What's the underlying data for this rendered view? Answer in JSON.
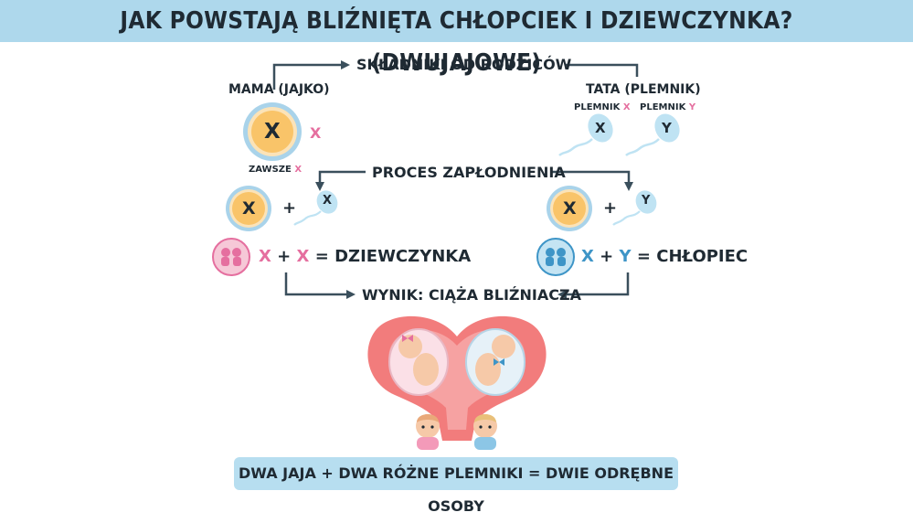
{
  "title": "JAK POWSTAJĄ BLIŹNIĘTA CHŁOPCIEK I DZIEWCZYNKA? (DWUJAJOWE)",
  "steps": {
    "parents_contribution": "SKŁADNIKI OD RODZICÓW",
    "fertilization": "PROCES ZAPŁODNIENIA",
    "result": "WYNIK: CIĄŻA BLIŹNIACZA"
  },
  "mother": {
    "label": "MAMA (JAJKO)",
    "egg_letter": "X",
    "chromosome": "X",
    "note_prefix": "ZAWSZE",
    "note_letter": "X"
  },
  "father": {
    "label": "TATA (PLEMNIK)",
    "sperm": [
      {
        "label": "PLEMNIK",
        "letter": "X"
      },
      {
        "label": "PLEMNIK",
        "letter": "Y"
      }
    ]
  },
  "fertilization_left": {
    "egg": "X",
    "plus": "+",
    "sperm": "X"
  },
  "fertilization_right": {
    "egg": "X",
    "plus": "+",
    "sperm": "Y"
  },
  "outcome_girl": {
    "a": "X",
    "plus": "+",
    "b": "X",
    "eq": "=",
    "result": "DZIEWCZYNKA"
  },
  "outcome_boy": {
    "a": "X",
    "plus": "+",
    "b": "Y",
    "eq": "=",
    "result": "CHŁOPIEC"
  },
  "footer": "DWA JAJA + DWA RÓŻNE PLEMNIKI = DWIE ODRĘBNE OSOBY",
  "colors": {
    "banner": "#aed8ec",
    "pink": "#e56f9f",
    "blue": "#3e95c7",
    "egg_fill": "#f9c469",
    "egg_ring": "#a9d3ea",
    "uterus": "#f27c7c",
    "arrow": "#3a4f5c"
  }
}
